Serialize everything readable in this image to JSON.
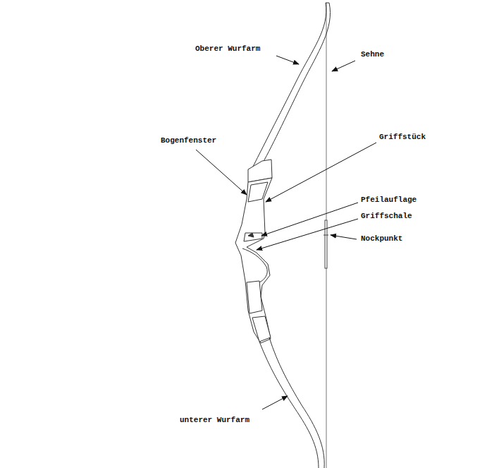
{
  "diagram": {
    "labels": [
      "Oberer Wurfarm",
      "Sehne",
      "Bogenfenster",
      "Griffstück",
      "Pfeilauflage",
      "Griffschale",
      "Nockpunkt",
      "unterer Wurfarm"
    ]
  }
}
